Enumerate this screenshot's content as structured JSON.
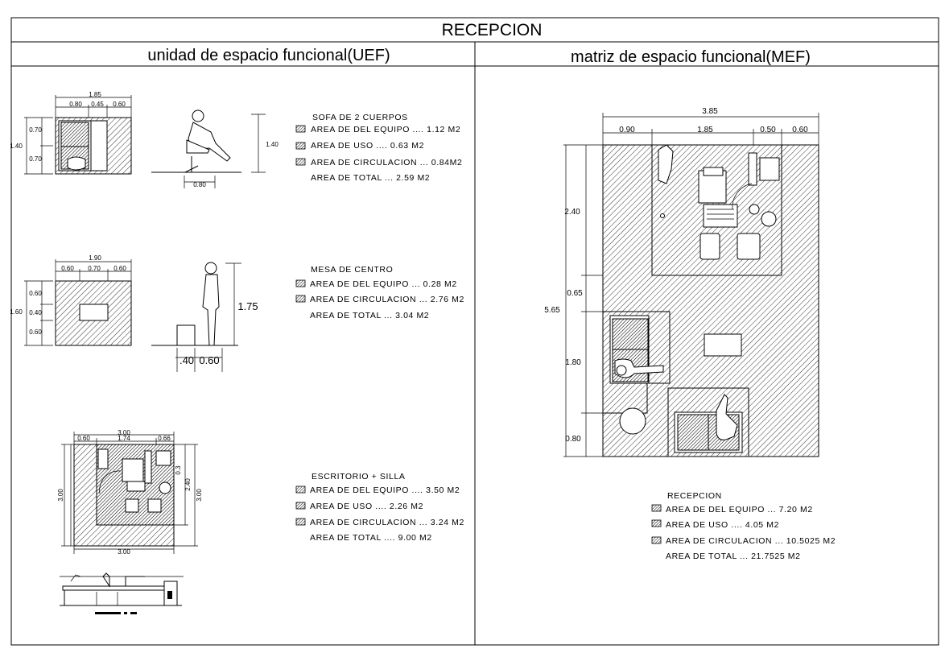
{
  "header": {
    "title": "RECEPCION",
    "left_heading": "unidad de espacio funcional(UEF)",
    "right_heading": "matriz de espacio funcional(MEF)"
  },
  "uef": {
    "sofa": {
      "title": "SOFA DE 2 CUERPOS",
      "items": [
        "AREA DE DEL EQUIPO .... 1.12 M2",
        "AREA DE USO .... 0.63 M2",
        "AREA DE CIRCULACION ... 0.84M2"
      ],
      "total": "AREA DE TOTAL ... 2.59 M2",
      "dims": {
        "width_total": "1.85",
        "w1": "0.80",
        "w2": "0.45",
        "w3": "0.60",
        "h_total": "1.40",
        "h1": "0.70",
        "h2": "0.70",
        "side_height": "1.40",
        "side_base": "0.80"
      }
    },
    "mesa": {
      "title": "MESA DE CENTRO",
      "items": [
        "AREA DE DEL EQUIPO ... 0.28 M2",
        "AREA DE CIRCULACION ... 2.76 M2"
      ],
      "total": "AREA DE TOTAL ... 3.04 M2",
      "dims": {
        "width_total": "1.90",
        "w1": "0.60",
        "w2": "0.70",
        "w3": "0.60",
        "h_total": "1.60",
        "h1": "0.60",
        "h2": "0.40",
        "h3": "0.60",
        "person_height": "1.75",
        "base1": ".40",
        "base2": "0.60"
      }
    },
    "escritorio": {
      "title": "ESCRITORIO + SILLA",
      "items": [
        "AREA DE DEL EQUIPO .... 3.50 M2",
        "AREA DE USO .... 2.26 M2",
        "AREA DE CIRCULACION ... 3.24 M2"
      ],
      "total": "AREA DE TOTAL .... 9.00 M2",
      "dims": {
        "top": "3.00",
        "t1": "0.60",
        "t2": "1.74",
        "t3": "0.66",
        "bottom": "3.00",
        "left": "3.00",
        "right1": "2.40",
        "right2": "3.00",
        "inner": "0.3"
      }
    }
  },
  "mef": {
    "dims": {
      "top_total": "3.85",
      "t1": "0.90",
      "t2": "1.85",
      "t3": "0.50",
      "t4": "0.60",
      "total_h": "5.65",
      "h1": "2.40",
      "h2": "0.65",
      "h3": "1.80",
      "h4": "0.80"
    },
    "title": "RECEPCION",
    "items": [
      "AREA DE DEL EQUIPO ... 7.20 M2",
      "AREA DE USO .... 4.05 M2",
      "AREA DE CIRCULACION ... 10.5025 M2"
    ],
    "total": "AREA DE TOTAL ... 21.7525 M2"
  }
}
